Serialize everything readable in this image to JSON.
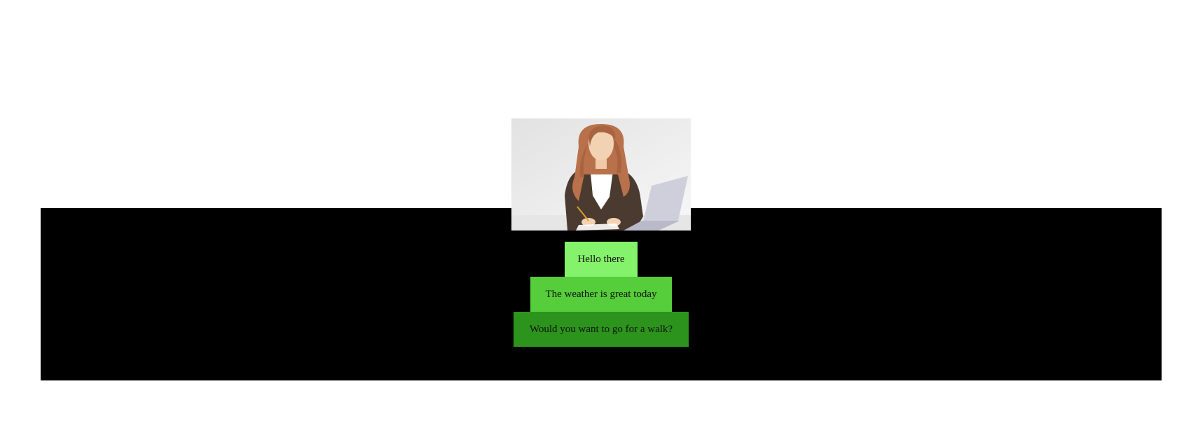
{
  "messages": [
    {
      "text": "Hello there",
      "color": "#85f26b"
    },
    {
      "text": "The weather is great today",
      "color": "#56cd3a"
    },
    {
      "text": "Would you want to go for a walk?",
      "color": "#2c941c"
    }
  ],
  "illustration": {
    "subject": "woman-at-laptop",
    "colors": {
      "background": "#ececec",
      "hair": "#b8714a",
      "skin": "#f3d2b4",
      "jacket": "#4a3a30",
      "shirt": "#ffffff",
      "laptop": "#cfcfdc"
    }
  },
  "band_color": "#000000"
}
